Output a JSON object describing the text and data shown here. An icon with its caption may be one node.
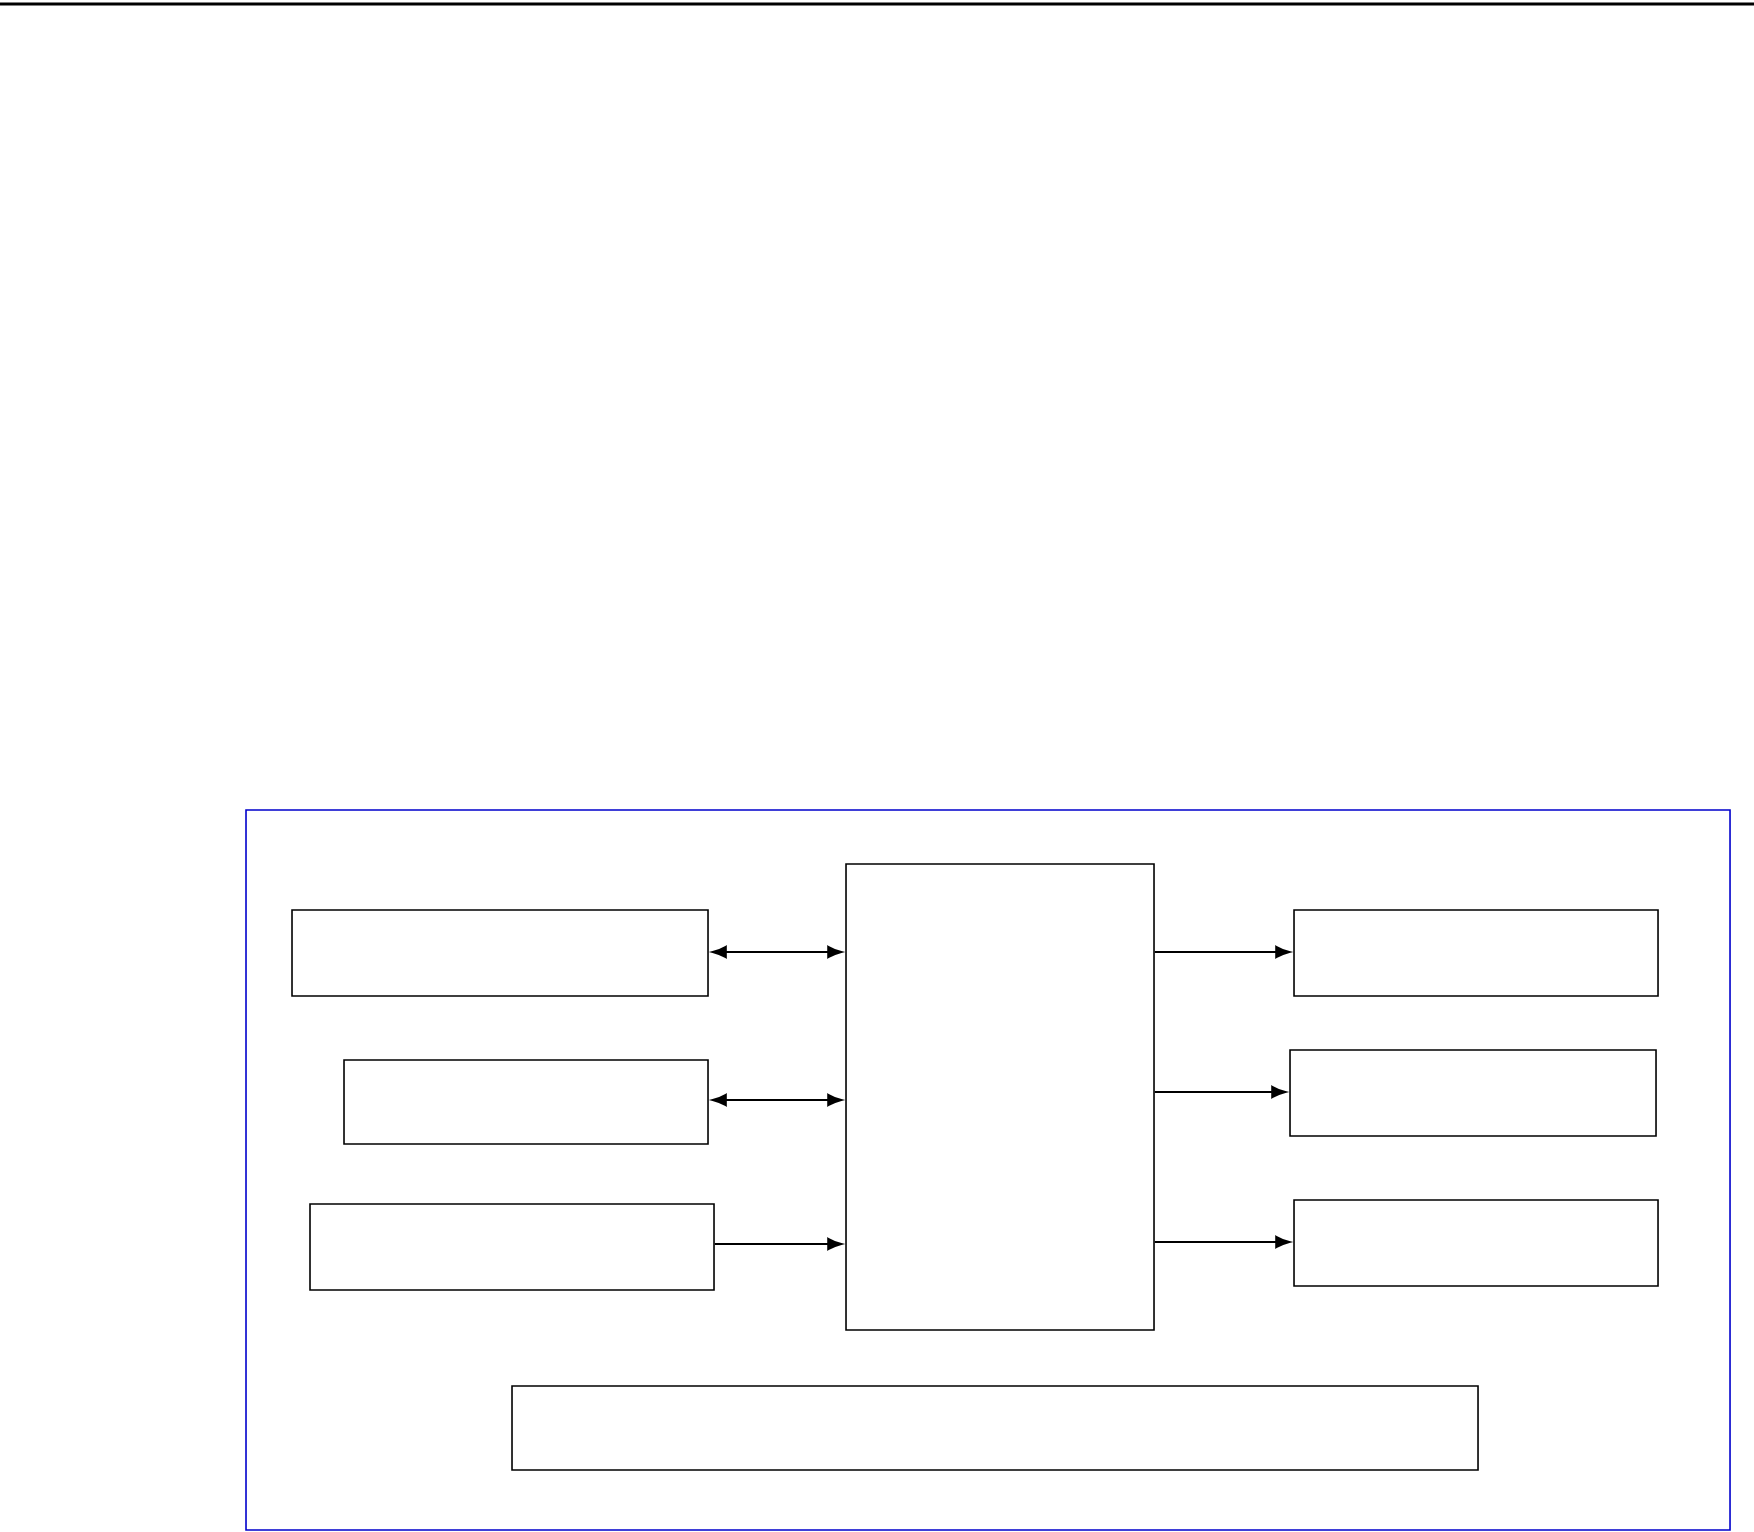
{
  "diagram": {
    "nodes": [
      {
        "text": [],
        "shape": "box"
      },
      {
        "text": [],
        "shape": "box",
        "in": 0
      },
      {
        "text": [],
        "shape": "box",
        "in": 0
      },
      {
        "text": [],
        "shape": "box",
        "in": 0
      },
      {
        "text": [],
        "shape": "box",
        "in": 0
      },
      {
        "text": [],
        "shape": "box",
        "in": 0
      },
      {
        "text": [],
        "shape": "box",
        "in": 0
      },
      {
        "text": [],
        "shape": "box",
        "in": 0
      },
      {
        "text": [],
        "shape": "box",
        "in": 0
      }
    ],
    "edges": [
      {
        "from": 1,
        "to": 4,
        "arrow": "both"
      },
      {
        "from": 2,
        "to": 4,
        "arrow": "both"
      },
      {
        "from": 3,
        "to": 4,
        "arrow": "to"
      },
      {
        "from": 4,
        "to": 5,
        "arrow": "to"
      },
      {
        "from": 4,
        "to": 6,
        "arrow": "to"
      },
      {
        "from": 4,
        "to": 7,
        "arrow": "to"
      }
    ]
  }
}
